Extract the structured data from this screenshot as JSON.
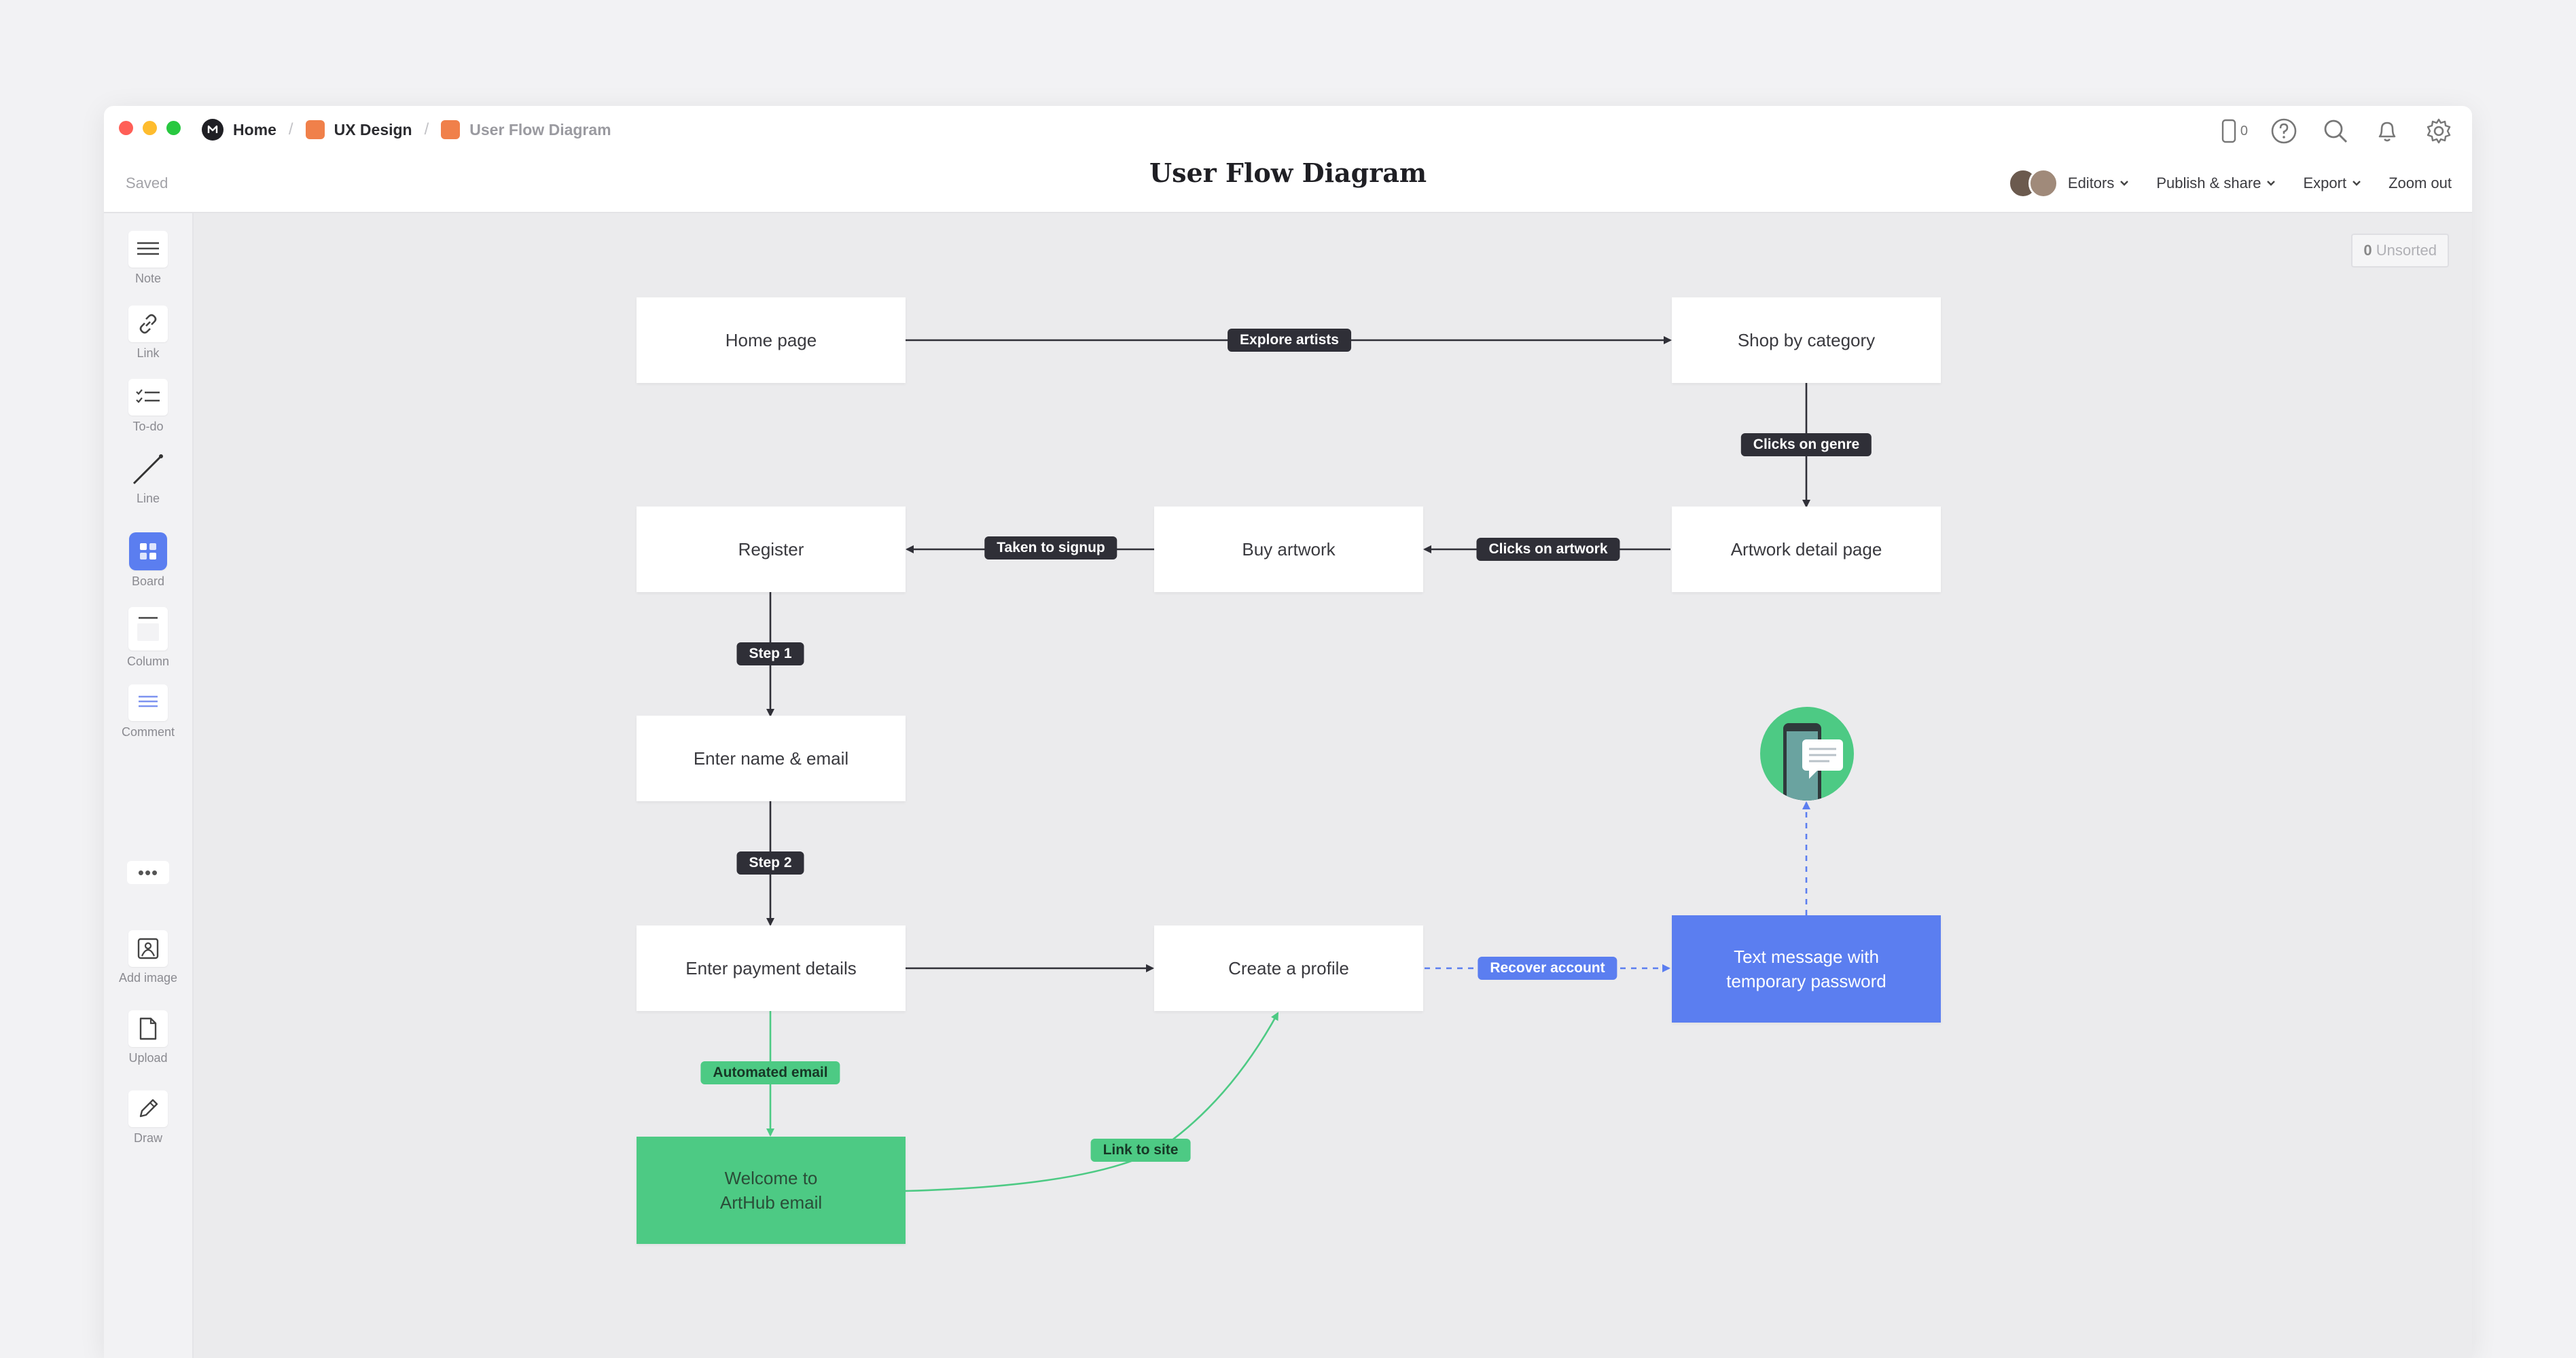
{
  "window": {
    "traffic_lights": [
      "#ff5f57",
      "#febc2e",
      "#28c840"
    ]
  },
  "breadcrumb": {
    "home": "Home",
    "project": "UX Design",
    "current": "User Flow Diagram"
  },
  "status": {
    "saved": "Saved"
  },
  "document": {
    "title": "User Flow Diagram"
  },
  "top_icons": {
    "device_count": "0",
    "icons": [
      "mobile-icon",
      "help-icon",
      "search-icon",
      "bell-icon",
      "settings-icon"
    ]
  },
  "actions": {
    "editors": "Editors",
    "publish": "Publish & share",
    "export": "Export",
    "zoom": "Zoom out"
  },
  "toolbar": {
    "note": "Note",
    "link": "Link",
    "todo": "To-do",
    "line": "Line",
    "board": "Board",
    "column": "Column",
    "comment": "Comment",
    "more": "•••",
    "add_image": "Add image",
    "upload": "Upload",
    "draw": "Draw"
  },
  "unsorted": {
    "count": "0",
    "label": "Unsorted"
  },
  "nodes": {
    "home_page": "Home page",
    "shop_by_category": "Shop by category",
    "register": "Register",
    "buy_artwork": "Buy artwork",
    "artwork_detail": "Artwork detail page",
    "enter_name": "Enter name & email",
    "enter_payment": "Enter payment details",
    "create_profile": "Create a profile",
    "text_message_1": "Text message with",
    "text_message_2": "temporary password",
    "welcome_1": "Welcome to",
    "welcome_2": "ArtHub email"
  },
  "edge_labels": {
    "explore_artists": "Explore artists",
    "clicks_on_genre": "Clicks on genre",
    "taken_to_signup": "Taken to signup",
    "clicks_on_artwork": "Clicks on artwork",
    "step_1": "Step 1",
    "step_2": "Step 2",
    "automated_email": "Automated email",
    "link_to_site": "Link to site",
    "recover_account": "Recover account"
  },
  "colors": {
    "dark_edge": "#2f2f37",
    "green": "#4dca84",
    "blue": "#5b7ef0",
    "canvas": "#ebebed"
  }
}
